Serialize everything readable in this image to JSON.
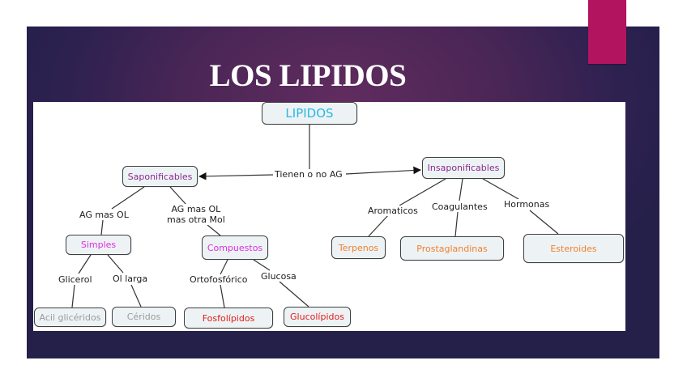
{
  "slide": {
    "title": "LOS LIPIDOS",
    "background_colors": {
      "center": "#612c5f",
      "edge": "#25204a"
    },
    "accent_bar_color": "#b3145f"
  },
  "concept_map": {
    "root": {
      "label": "LIPIDOS",
      "color": "#29b8e3"
    },
    "root_link_label": "Tienen o no AG",
    "level1": {
      "saponificables": {
        "label": "Saponificables",
        "color": "#8a2a8e"
      },
      "insaponificables": {
        "label": "Insaponificables",
        "color": "#8a2a8e"
      }
    },
    "saponificables_links": {
      "simples": "AG mas OL",
      "compuestos": "AG mas OL\nmas otra Mol"
    },
    "level2": {
      "simples": {
        "label": "Simples",
        "color": "#e02ee0"
      },
      "compuestos": {
        "label": "Compuestos",
        "color": "#e02ee0"
      }
    },
    "simples_links": {
      "acil": "Glicerol",
      "ceridos": "Ol larga"
    },
    "compuestos_links": {
      "fosfolipidos": "Ortofosfórico",
      "glucolipidos": "Glucosa"
    },
    "level3": {
      "acil": {
        "label": "Acil glicéridos",
        "color": "#9a9a9a"
      },
      "ceridos": {
        "label": "Céridos",
        "color": "#9a9a9a"
      },
      "fosfolipidos": {
        "label": "Fosfolípidos",
        "color": "#e21b1b"
      },
      "glucolipidos": {
        "label": "Glucolípidos",
        "color": "#e21b1b"
      }
    },
    "insaponificables_links": {
      "terpenos": "Aromaticos",
      "prostaglandinas": "Coagulantes",
      "esteroides": "Hormonas"
    },
    "insap_children": {
      "terpenos": {
        "label": "Terpenos",
        "color": "#f07f2c"
      },
      "prostaglandinas": {
        "label": "Prostaglandinas",
        "color": "#f07f2c"
      },
      "esteroides": {
        "label": "Esteroides",
        "color": "#f07f2c"
      }
    }
  }
}
